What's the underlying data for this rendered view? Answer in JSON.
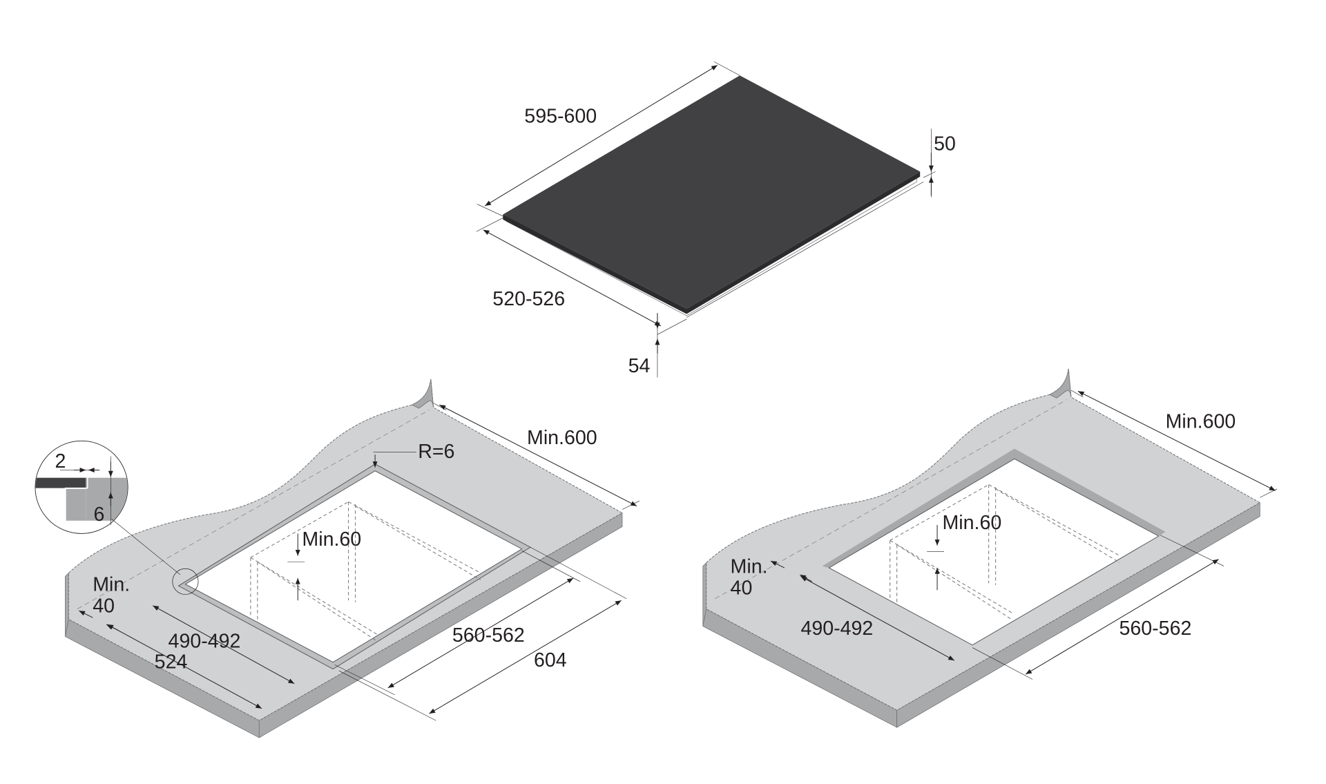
{
  "hob": {
    "width_label": "595-600",
    "depth_label": "520-526",
    "thickness_label": "50",
    "height_label": "54"
  },
  "flush_mount": {
    "radius_label": "R=6",
    "depth_min_label": "Min.600",
    "clearance_label": "Min.60",
    "edge_min_label": "Min.",
    "edge_min_value": "40",
    "cutout_depth_label": "490-492",
    "recess_depth_label": "524",
    "cutout_width_label": "560-562",
    "recess_width_label": "604",
    "detail": {
      "rim_label": "2",
      "recess_label": "6"
    }
  },
  "surface_mount": {
    "depth_min_label": "Min.600",
    "clearance_label": "Min.60",
    "edge_min_label": "Min.",
    "edge_min_value": "40",
    "cutout_depth_label": "490-492",
    "cutout_width_label": "560-562"
  },
  "colors": {
    "hob": "#414042",
    "worktop": "#d1d2d4",
    "worktop_edge": "#a8a9ab"
  }
}
